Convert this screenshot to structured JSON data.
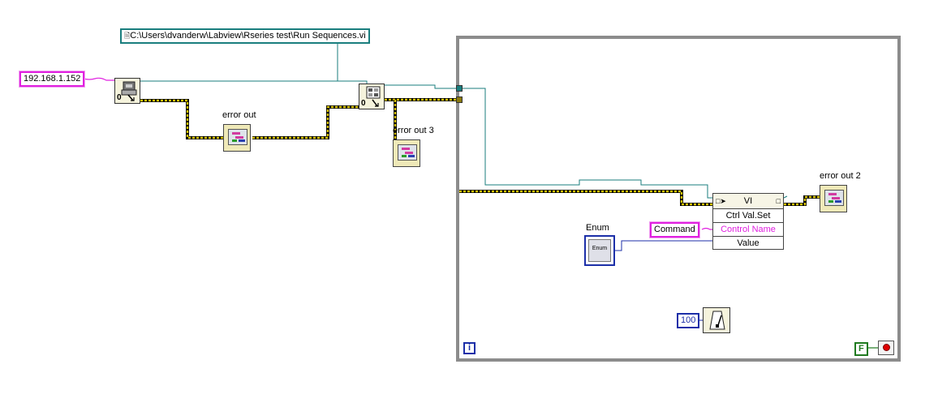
{
  "diagram": {
    "ip_constant": "192.168.1.152",
    "path_constant": "C:\\Users\\dvanderw\\Labview\\Rseries test\\Run Sequences.vi",
    "error_out_label": "error out",
    "error_out_3_label": "error out 3",
    "error_out_2_label": "error out 2",
    "open_ref_index": "0",
    "open_vi_index": "0",
    "property_node": {
      "header": "VI",
      "method": "Ctrl Val.Set",
      "param_control_name": "Control Name",
      "param_value": "Value"
    },
    "command_constant": "Command",
    "enum_label": "Enum",
    "enum_text": "Enum",
    "wait_constant": "100",
    "loop_iteration": "i",
    "stop_constant": "F"
  },
  "colors": {
    "string_wire": "#e020e0",
    "refnum_wire": "#1a7e7e",
    "error_wire": "#c8b400",
    "numeric_wire": "#1c2fa8",
    "boolean_wire": "#1f7a1f",
    "loop_frame": "#8c8c8c"
  },
  "icons": [
    "open-app-ref-icon",
    "open-vi-ref-icon",
    "wait-ms-icon",
    "stop-button-icon",
    "error-indicator-icon",
    "enum-control-icon"
  ]
}
